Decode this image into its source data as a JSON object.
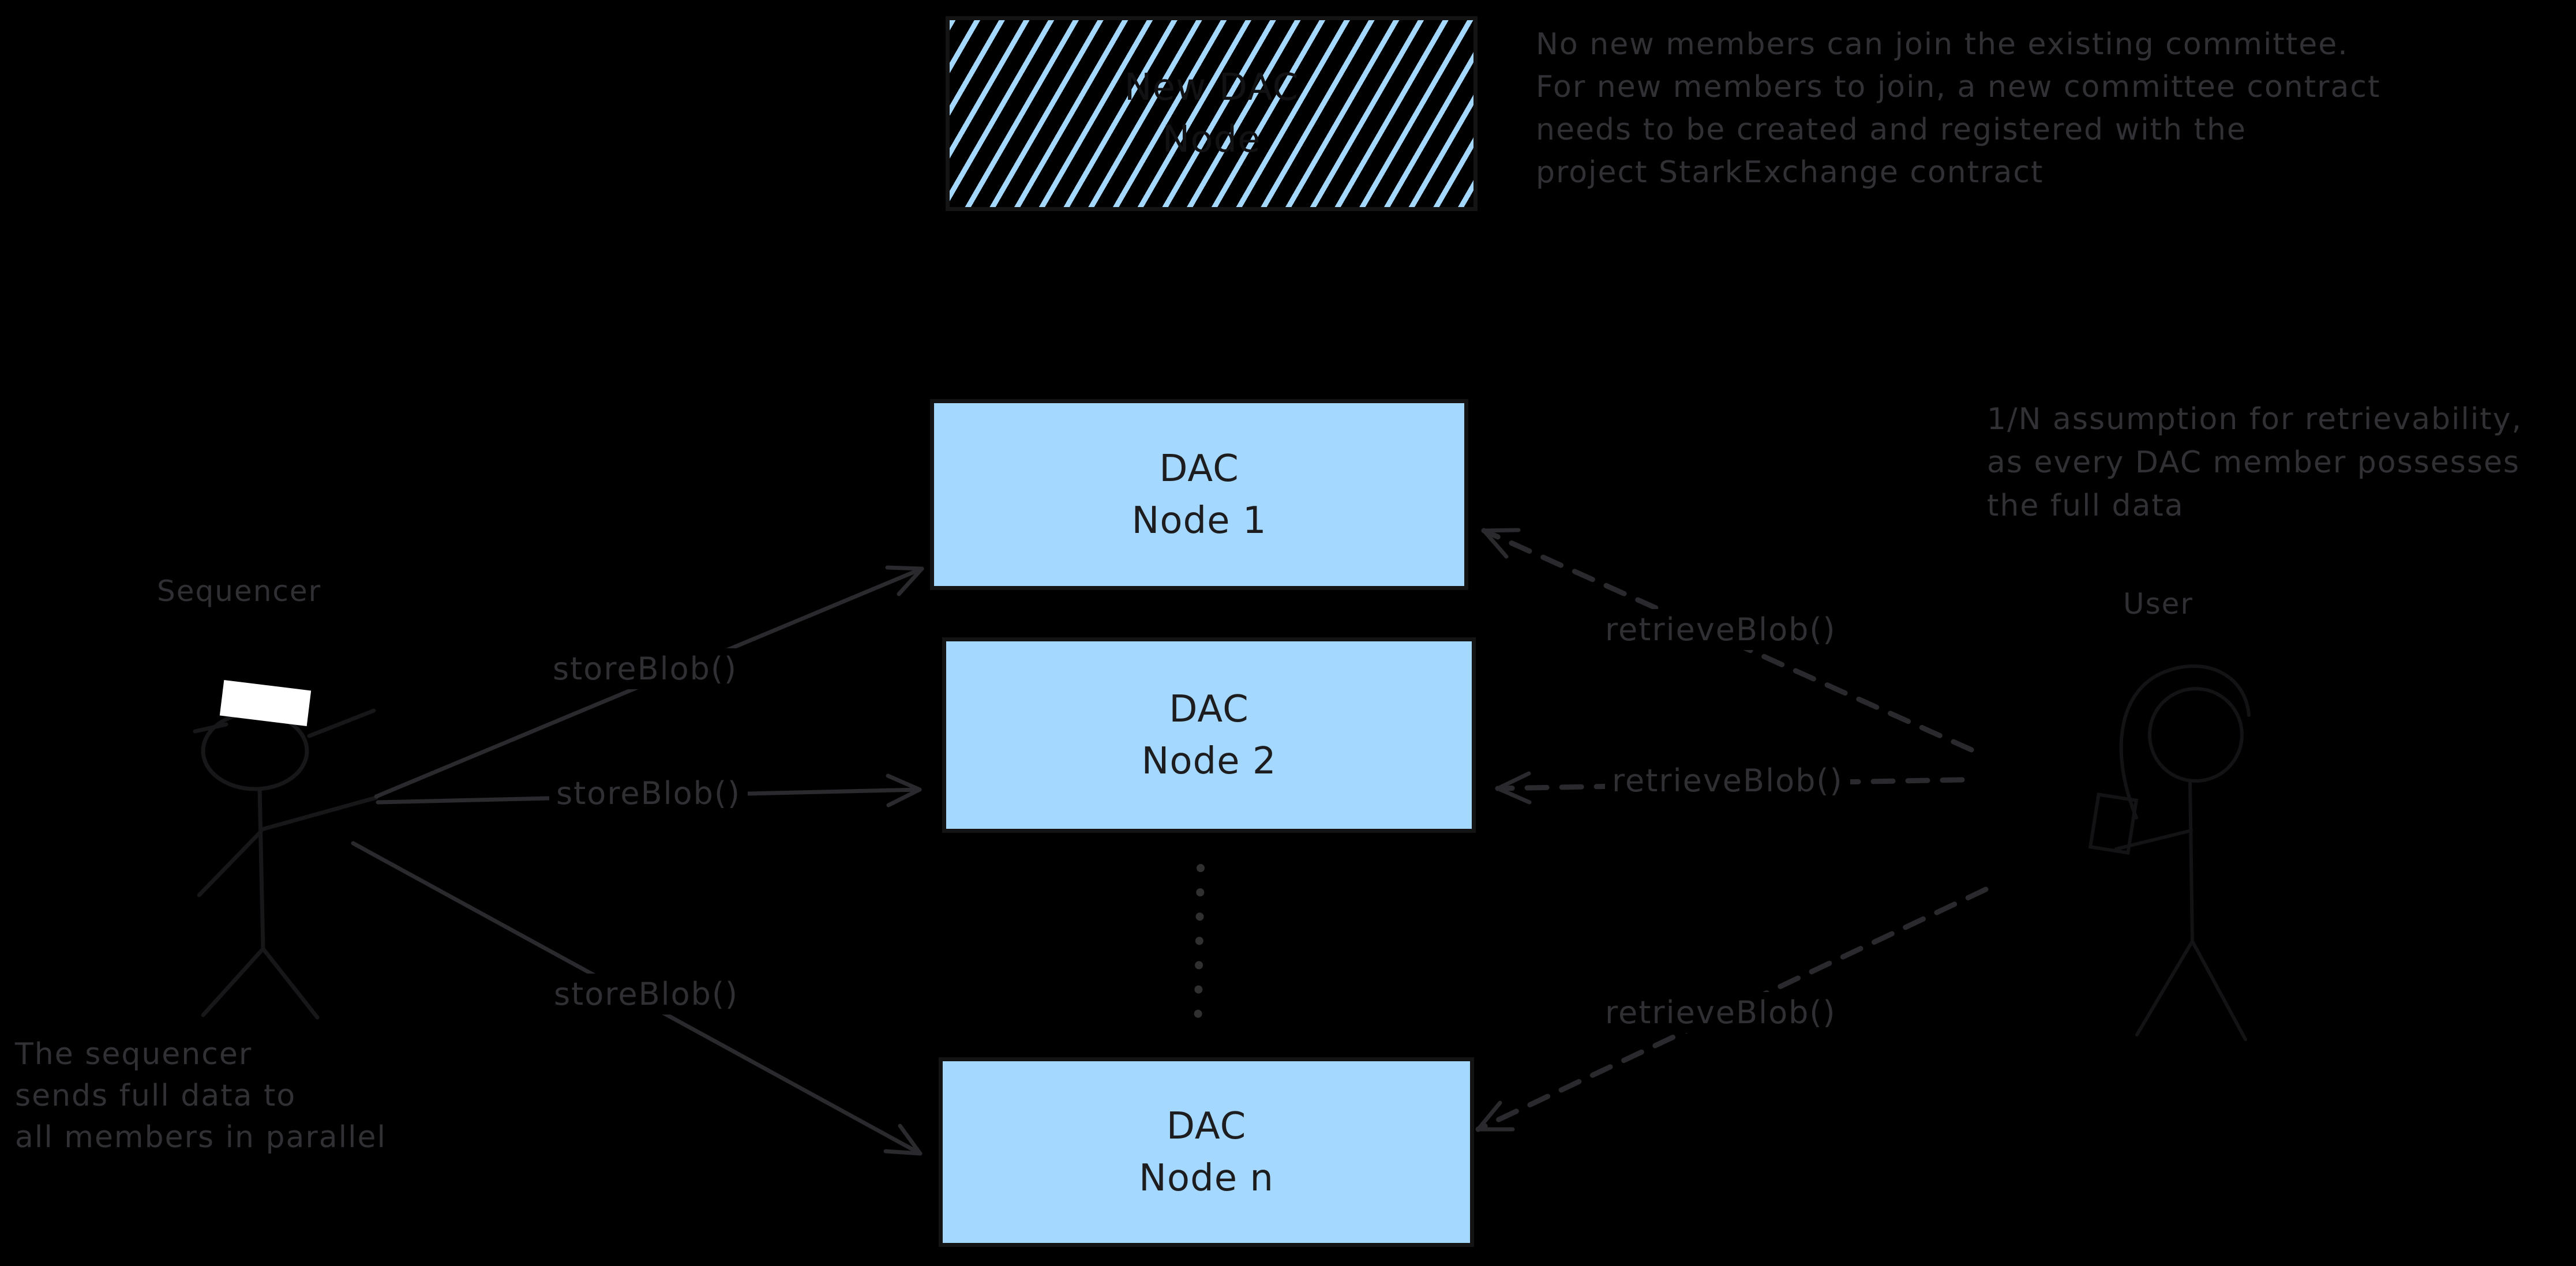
{
  "colors": {
    "background": "#000000",
    "node_fill": "#a5d8ff",
    "node_border": "#141414",
    "node_text": "#1d1d1f",
    "annotation_text": "#313135",
    "arrow_stroke": "#2a2a2e",
    "hat_fill": "#ffffff"
  },
  "nodes": {
    "new_dac": {
      "line1": "New DAC",
      "line2": "Node"
    },
    "node1": {
      "line1": "DAC",
      "line2": "Node 1"
    },
    "node2": {
      "line1": "DAC",
      "line2": "Node 2"
    },
    "node_n": {
      "line1": "DAC",
      "line2": "Node n"
    }
  },
  "actors": {
    "sequencer": {
      "label": "Sequencer"
    },
    "user": {
      "label": "User"
    }
  },
  "edges": {
    "store_blob_1": {
      "label": "storeBlob()",
      "style": "solid"
    },
    "store_blob_2": {
      "label": "storeBlob()",
      "style": "solid"
    },
    "store_blob_3": {
      "label": "storeBlob()",
      "style": "solid"
    },
    "retrieve_blob_1": {
      "label": "retrieveBlob()",
      "style": "dashed"
    },
    "retrieve_blob_2": {
      "label": "retrieveBlob()",
      "style": "dashed"
    },
    "retrieve_blob_3": {
      "label": "retrieveBlob()",
      "style": "dashed"
    }
  },
  "notes": {
    "committee": {
      "lines": [
        "No new members can join the existing committee.",
        "For new members to join, a new committee contract",
        "needs to be created and registered with the",
        "project StarkExchange contract"
      ]
    },
    "retrievability": {
      "lines": [
        "1/N assumption for retrievability,",
        "as every DAC member possesses",
        "the full data"
      ]
    },
    "parallel": {
      "lines": [
        "The sequencer",
        "sends full data to",
        "all members in parallel"
      ]
    }
  }
}
